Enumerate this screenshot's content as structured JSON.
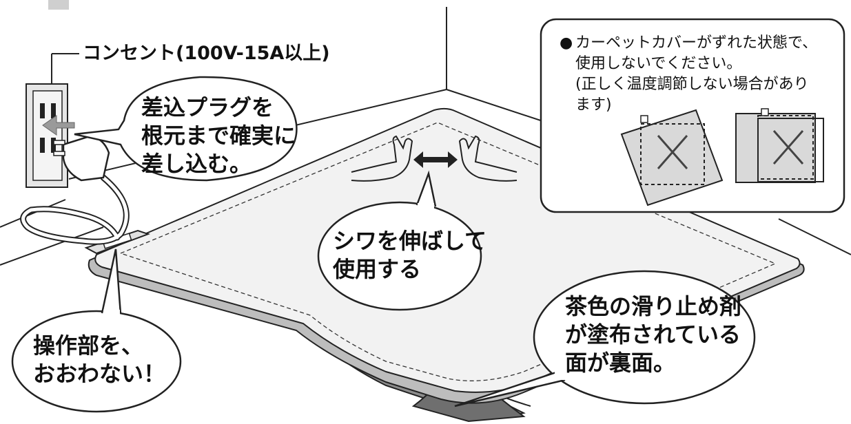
{
  "outlet": {
    "label": "コンセント(100V-15A以上)"
  },
  "callouts": {
    "plug": [
      "差込プラグを",
      "根元まで確実に",
      "差し込む。"
    ],
    "smooth": [
      "シワを伸ばして",
      "使用する"
    ],
    "control_unit": [
      "操作部を、",
      "おおわない！"
    ],
    "back_side": [
      "茶色の滑り止め剤",
      "が塗布されている",
      "面が裏面。"
    ]
  },
  "notice": {
    "bullet": "●",
    "lines": [
      "カーペットカバーがずれた状態で、",
      "使用しないでください。",
      "(正しく温度調節しない場合があり",
      "ます)"
    ],
    "examples": [
      "wrong-rotated-cover",
      "wrong-shifted-cover"
    ],
    "mark": "×"
  },
  "colors": {
    "outline": "#222222",
    "carpet_top": "#f2f2f2",
    "carpet_edge": "#bdbdbd",
    "carpet_back": "#8c8c8c",
    "wall_plate": "#e6e6e6",
    "box_example": "#d9d9d9"
  },
  "icons": [
    "hand-left-icon",
    "hand-right-icon",
    "double-arrow-icon",
    "outlet-icon",
    "plug-icon",
    "cross-icon"
  ]
}
